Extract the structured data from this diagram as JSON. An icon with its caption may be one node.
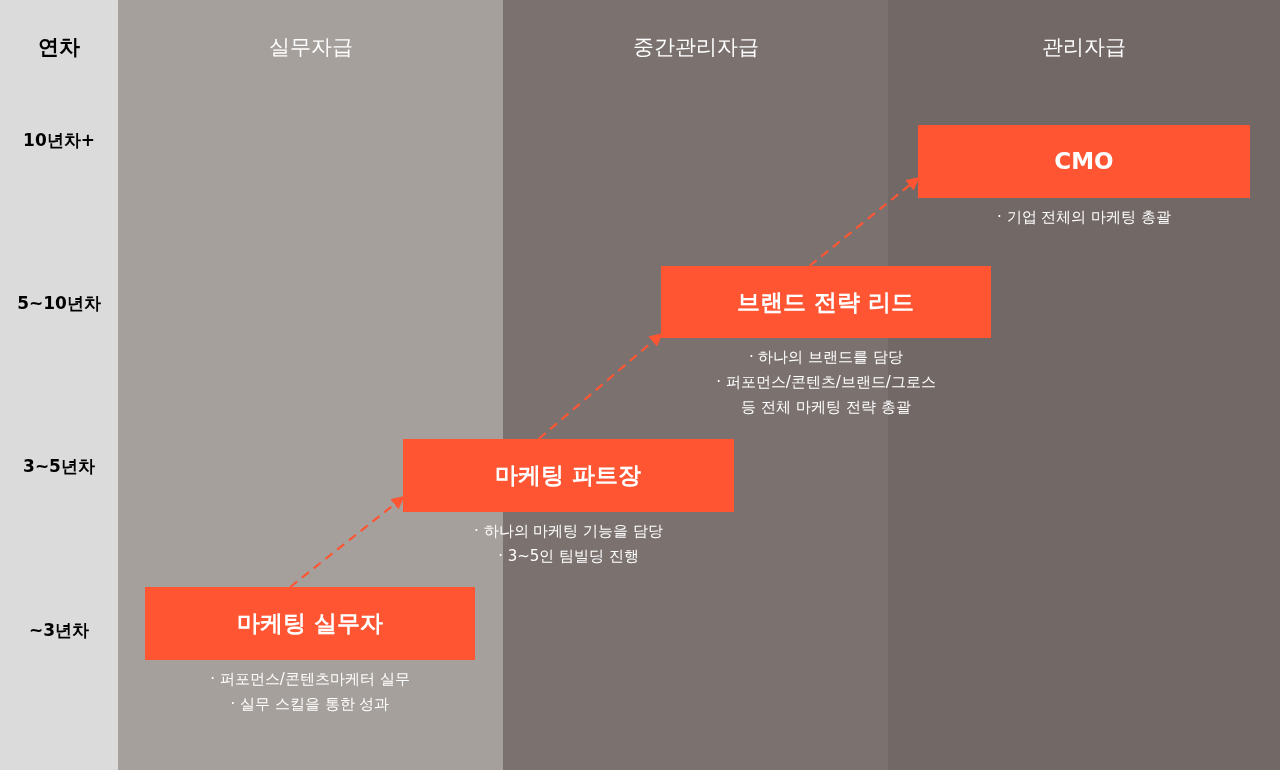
{
  "diagram": {
    "nodes": [
      {
        "text": [
          "CMO"
        ],
        "beside": [
          "· 기업 전체의 마케팅 총괄"
        ]
      },
      {
        "text": [
          "브랜드 전략 리드"
        ],
        "beside": [
          "· 하나의 브랜드를 담당",
          "· 퍼포먼스/콘텐츠/브랜드/그로스 등 전체 마케팅 전략 총괄"
        ]
      },
      {
        "text": [
          "마케팅 파트장"
        ],
        "beside": [
          "· 하나의 마케팅 기능을 담당",
          "· 3~5인 팀빌딩 진행"
        ]
      },
      {
        "text": [
          "마케팅 실무자"
        ],
        "beside": [
          "· 퍼포먼스/콘텐츠마케터 실무",
          "· 실무 스킬을 통한 성과"
        ]
      }
    ],
    "edges": [
      {
        "from": 3,
        "to": 2,
        "arrow": "to",
        "style": "dashed"
      },
      {
        "from": 2,
        "to": 1,
        "arrow": "to",
        "style": "dashed"
      },
      {
        "from": 1,
        "to": 0,
        "arrow": "to",
        "style": "dashed"
      }
    ],
    "labels": [
      "연차",
      "실무자급",
      "중간관리자급",
      "관리자급",
      "10년차+",
      "5~10년차",
      "3~5년차",
      "~3년차"
    ]
  }
}
